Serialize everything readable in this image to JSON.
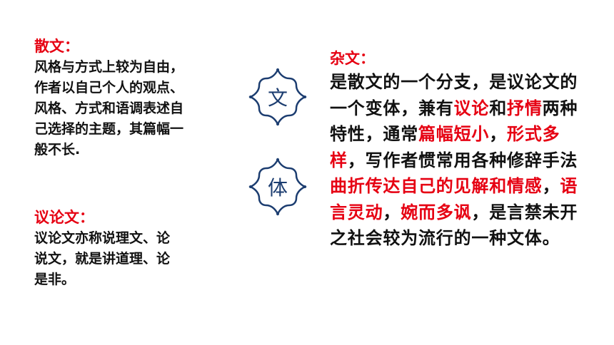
{
  "sanwen": {
    "title": "散文：",
    "lines": [
      "风格与方式上较为自由，",
      "作者以自己个人的观点、",
      "风格、方式和语调表述自",
      "己选择的主题，其篇幅一",
      "般不长."
    ]
  },
  "yilunwen": {
    "title": "议论文：",
    "lines": [
      "议论文亦称说理文、论",
      "说文，就是讲道理、论",
      "是非。"
    ]
  },
  "emblems": {
    "top_char": "文",
    "bottom_char": "体"
  },
  "zawen": {
    "title": "杂文：",
    "segments": [
      {
        "text": "是散文的一个分支，是议",
        "color": "black"
      },
      {
        "text": "论文的一个变体，兼有",
        "color": "black"
      },
      {
        "text": "议论",
        "color": "red"
      },
      {
        "text": "和",
        "color": "black"
      },
      {
        "text": "抒情",
        "color": "red"
      },
      {
        "text": "两种特性，通常",
        "color": "black"
      },
      {
        "text": "篇幅短小",
        "color": "red"
      },
      {
        "text": "，",
        "color": "black"
      },
      {
        "text": "形式多样",
        "color": "red"
      },
      {
        "text": "，写作者惯常用各种修辞手法",
        "color": "black"
      },
      {
        "text": "曲折传达自己的见解和情感",
        "color": "red"
      },
      {
        "text": "，",
        "color": "black"
      },
      {
        "text": "语言灵动",
        "color": "red"
      },
      {
        "text": "，",
        "color": "black"
      },
      {
        "text": "婉而多讽",
        "color": "red"
      },
      {
        "text": "，是言禁未开之社会较为流行的一种文体。",
        "color": "black"
      }
    ]
  },
  "colors": {
    "accent_red": "#e60012",
    "emblem_blue": "#1c3d70",
    "text": "#111111"
  }
}
